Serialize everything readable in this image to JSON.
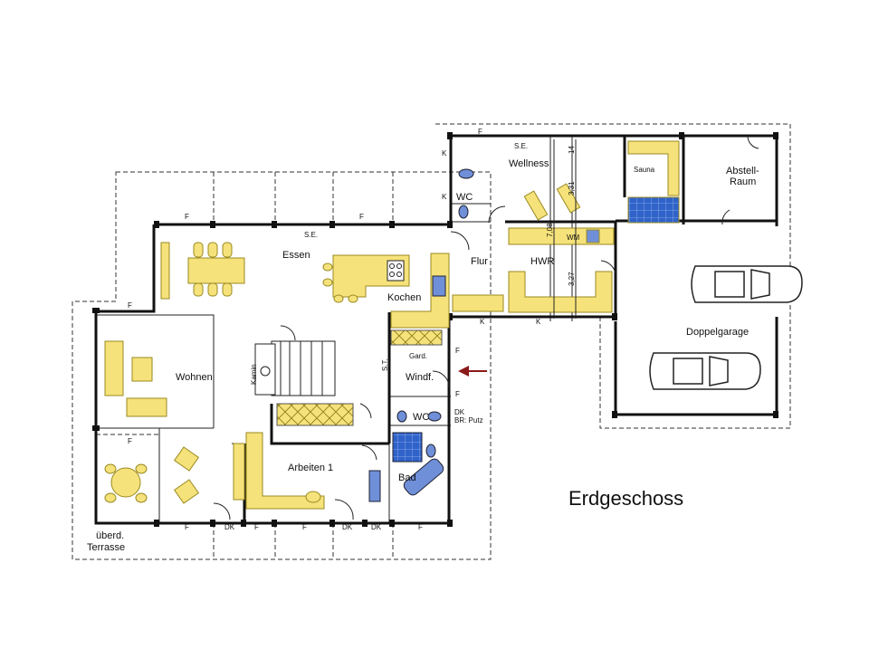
{
  "title": "Erdgeschoss",
  "rooms": {
    "essen": "Essen",
    "kochen": "Kochen",
    "wohnen": "Wohnen",
    "arbeiten": "Arbeiten 1",
    "flur": "Flur",
    "hwr": "HWR",
    "wellness": "Wellness",
    "sauna": "Sauna",
    "wc_top": "WC",
    "wc_mid": "WC",
    "bad": "Bad",
    "windf": "Windf.",
    "gard": "Gard.",
    "abstell_1": "Abstell-",
    "abstell_2": "Raum",
    "doppelgarage": "Doppelgarage",
    "terrasse_1": "überd.",
    "terrasse_2": "Terrasse",
    "kamin": "Kamin"
  },
  "annotations": {
    "se_essen": "S.E.",
    "se_wellness": "S.E.",
    "st": "S.T.",
    "wm": "WM",
    "dk_putz_1": "DK",
    "dk_putz_2": "BR: Putz",
    "dim_708": "7,08",
    "dim_331": "3,31",
    "dim_327": "3,27",
    "dim_14": "14"
  },
  "window_marks": {
    "f": "F",
    "dk": "DK",
    "k": "K"
  },
  "colors": {
    "furniture": "#f5e27a",
    "furniture_stroke": "#9a8a20",
    "sanitary": "#6f8fd8",
    "wall": "#111111",
    "entry_arrow": "#8b1a1a"
  }
}
